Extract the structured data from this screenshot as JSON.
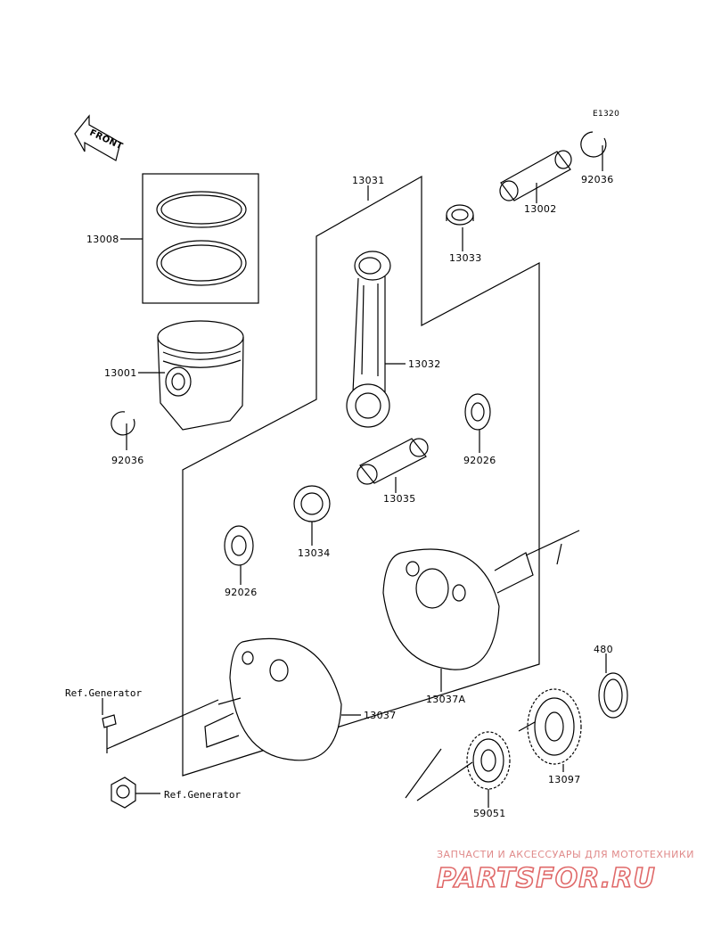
{
  "diagram_code": "E1320",
  "front_label": "FRONT",
  "parts": {
    "p13008": "13008",
    "p13001": "13001",
    "p92036a": "92036",
    "p13031": "13031",
    "p13032": "13032",
    "p13033": "13033",
    "p13002": "13002",
    "p92036b": "92036",
    "p92026a": "92026",
    "p13035": "13035",
    "p13034": "13034",
    "p92026b": "92026",
    "p13037A": "13037A",
    "p13037": "13037",
    "p480": "480",
    "p13097": "13097",
    "p59051": "59051"
  },
  "refs": {
    "generator_top": "Ref.Generator",
    "generator_bottom": "Ref.Generator"
  },
  "watermark": {
    "subtitle": "ЗАПЧАСТИ И АКСЕССУАРЫ ДЛЯ МОТОТЕХНИКИ",
    "brand": "PARTSFOR.RU"
  }
}
